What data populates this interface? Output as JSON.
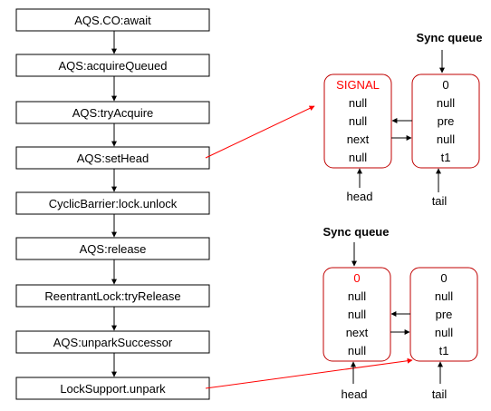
{
  "flow_steps": [
    "AQS.CO:await",
    "AQS:acquireQueued",
    "AQS:tryAcquire",
    "AQS:setHead",
    "CyclicBarrier:lock.unlock",
    "AQS:release",
    "ReentrantLock:tryRelease",
    "AQS:unparkSuccessor",
    "LockSupport.unpark"
  ],
  "queue_top": {
    "title": "Sync queue",
    "head_node": [
      "SIGNAL",
      "null",
      "null",
      "next",
      "null"
    ],
    "tail_node": [
      "0",
      "null",
      "pre",
      "null",
      "t1"
    ],
    "head_label": "head",
    "tail_label": "tail"
  },
  "queue_bottom": {
    "title": "Sync queue",
    "head_node": [
      "0",
      "null",
      "null",
      "next",
      "null"
    ],
    "tail_node": [
      "0",
      "null",
      "pre",
      "null",
      "t1"
    ],
    "head_label": "head",
    "tail_label": "tail"
  },
  "colors": {
    "highlight": "#ff0000",
    "node_border": "#c00000",
    "line": "#000000"
  }
}
